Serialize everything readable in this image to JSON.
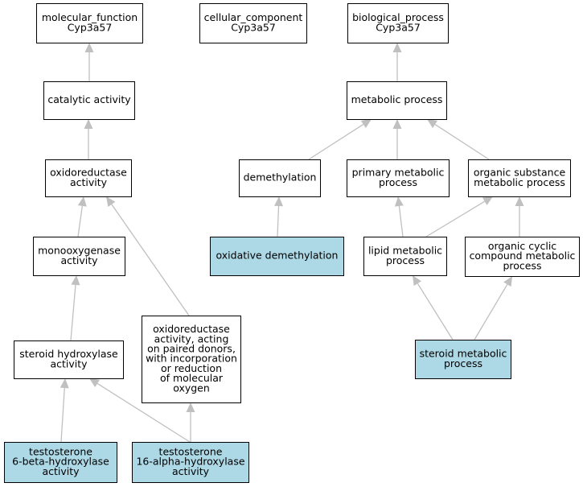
{
  "colors": {
    "plain_node": "#ffffff",
    "highlighted_node": "#add8e6",
    "edge": "#c0c0c0",
    "border": "#000000"
  },
  "nodes": [
    {
      "id": "mf",
      "lines": [
        "molecular_function",
        "Cyp3a57"
      ],
      "highlighted": false
    },
    {
      "id": "cc",
      "lines": [
        "cellular_component",
        "Cyp3a57"
      ],
      "highlighted": false
    },
    {
      "id": "bp",
      "lines": [
        "biological_process",
        "Cyp3a57"
      ],
      "highlighted": false
    },
    {
      "id": "catalytic",
      "lines": [
        "catalytic activity"
      ],
      "highlighted": false
    },
    {
      "id": "metabolic",
      "lines": [
        "metabolic process"
      ],
      "highlighted": false
    },
    {
      "id": "oxidoreductase",
      "lines": [
        "oxidoreductase",
        "activity"
      ],
      "highlighted": false
    },
    {
      "id": "demethylation",
      "lines": [
        "demethylation"
      ],
      "highlighted": false
    },
    {
      "id": "primary",
      "lines": [
        "primary metabolic",
        "process"
      ],
      "highlighted": false
    },
    {
      "id": "organic_substance",
      "lines": [
        "organic substance",
        "metabolic process"
      ],
      "highlighted": false
    },
    {
      "id": "monooxygenase",
      "lines": [
        "monooxygenase",
        "activity"
      ],
      "highlighted": false
    },
    {
      "id": "oxidative_demethylation",
      "lines": [
        "oxidative demethylation"
      ],
      "highlighted": true
    },
    {
      "id": "lipid",
      "lines": [
        "lipid metabolic",
        "process"
      ],
      "highlighted": false
    },
    {
      "id": "organic_cyclic",
      "lines": [
        "organic cyclic",
        "compound metabolic",
        "process"
      ],
      "highlighted": false
    },
    {
      "id": "oxido_paired",
      "lines": [
        "oxidoreductase",
        "activity, acting",
        "on paired donors,",
        "with incorporation",
        "or reduction",
        "of molecular",
        "oxygen"
      ],
      "highlighted": false
    },
    {
      "id": "steroid_hydroxylase",
      "lines": [
        "steroid hydroxylase",
        "activity"
      ],
      "highlighted": false
    },
    {
      "id": "steroid_metabolic",
      "lines": [
        "steroid metabolic",
        "process"
      ],
      "highlighted": true
    },
    {
      "id": "testo6b",
      "lines": [
        "testosterone",
        "6-beta-hydroxylase",
        "activity"
      ],
      "highlighted": true
    },
    {
      "id": "testo16a",
      "lines": [
        "testosterone",
        "16-alpha-hydroxylase",
        "activity"
      ],
      "highlighted": true
    }
  ],
  "edges": [
    {
      "from": "catalytic",
      "to": "mf"
    },
    {
      "from": "oxidoreductase",
      "to": "catalytic"
    },
    {
      "from": "monooxygenase",
      "to": "oxidoreductase"
    },
    {
      "from": "oxido_paired",
      "to": "oxidoreductase"
    },
    {
      "from": "steroid_hydroxylase",
      "to": "monooxygenase"
    },
    {
      "from": "testo6b",
      "to": "steroid_hydroxylase"
    },
    {
      "from": "testo16a",
      "to": "steroid_hydroxylase"
    },
    {
      "from": "testo16a",
      "to": "oxido_paired"
    },
    {
      "from": "metabolic",
      "to": "bp"
    },
    {
      "from": "demethylation",
      "to": "metabolic"
    },
    {
      "from": "primary",
      "to": "metabolic"
    },
    {
      "from": "organic_substance",
      "to": "metabolic"
    },
    {
      "from": "oxidative_demethylation",
      "to": "demethylation"
    },
    {
      "from": "lipid",
      "to": "primary"
    },
    {
      "from": "lipid",
      "to": "organic_substance"
    },
    {
      "from": "organic_cyclic",
      "to": "organic_substance"
    },
    {
      "from": "steroid_metabolic",
      "to": "lipid"
    },
    {
      "from": "steroid_metabolic",
      "to": "organic_cyclic"
    }
  ]
}
